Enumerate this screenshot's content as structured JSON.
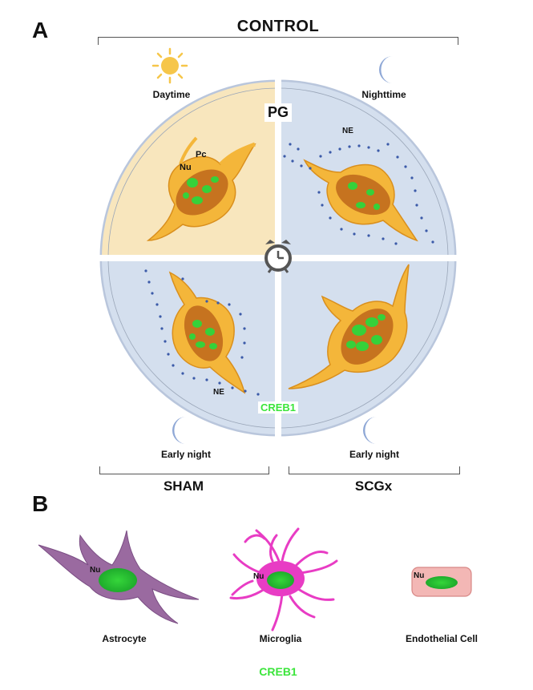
{
  "panel_a": {
    "letter": "A",
    "control_label": "CONTROL",
    "pg_label": "PG",
    "daytime_label": "Daytime",
    "nighttime_label": "Nighttime",
    "early_night_left": "Early night",
    "early_night_right": "Early night",
    "sham_label": "SHAM",
    "scgx_label": "SCGx",
    "pc_label": "Pc",
    "nu_label": "Nu",
    "ne_top": "NE",
    "ne_bottom": "NE",
    "creb1_label": "CREB1"
  },
  "panel_b": {
    "letter": "B",
    "cells": [
      {
        "name": "Astrocyte",
        "nu": "Nu"
      },
      {
        "name": "Microglia",
        "nu": "Nu"
      },
      {
        "name": "Endothelial Cell",
        "nu": "Nu"
      }
    ],
    "creb1_label": "CREB1"
  },
  "colors": {
    "day_quadrant": "#f8e6bd",
    "night_quadrant": "#d4dfee",
    "cell_fill": "#f4b63a",
    "nucleus_fill": "#c6731f",
    "creb_green": "#3be53b",
    "astrocyte": "#9a6aa0",
    "microglia": "#e83cc4",
    "endothelial": "#f3b7b5",
    "moon": "#8fa8d6",
    "sun": "#f6c64a",
    "ne_dots": "#3b5aa8"
  },
  "icons": [
    "sun-icon",
    "moon-icon",
    "alarm-clock-icon"
  ]
}
